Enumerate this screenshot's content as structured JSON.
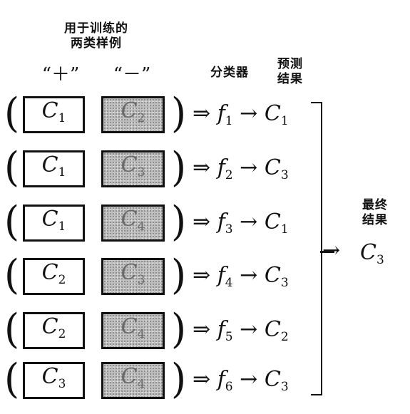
{
  "headers": {
    "samples_line1": "用于训练的",
    "samples_line2": "两类样例",
    "pos_sign": "“＋”",
    "neg_sign": "“－”",
    "classifier": "分类器",
    "predict_line1": "预测",
    "predict_line2": "结果",
    "final_line1": "最终",
    "final_line2": "结果"
  },
  "rows": [
    {
      "pos": "C",
      "pos_idx": "1",
      "neg": "C",
      "neg_idx": "2",
      "clf": "f",
      "clf_idx": "1",
      "pred": "C",
      "pred_idx": "1"
    },
    {
      "pos": "C",
      "pos_idx": "1",
      "neg": "C",
      "neg_idx": "3",
      "clf": "f",
      "clf_idx": "2",
      "pred": "C",
      "pred_idx": "3"
    },
    {
      "pos": "C",
      "pos_idx": "1",
      "neg": "C",
      "neg_idx": "4",
      "clf": "f",
      "clf_idx": "3",
      "pred": "C",
      "pred_idx": "1"
    },
    {
      "pos": "C",
      "pos_idx": "2",
      "neg": "C",
      "neg_idx": "3",
      "clf": "f",
      "clf_idx": "4",
      "pred": "C",
      "pred_idx": "3"
    },
    {
      "pos": "C",
      "pos_idx": "2",
      "neg": "C",
      "neg_idx": "4",
      "clf": "f",
      "clf_idx": "5",
      "pred": "C",
      "pred_idx": "2"
    },
    {
      "pos": "C",
      "pos_idx": "3",
      "neg": "C",
      "neg_idx": "4",
      "clf": "f",
      "clf_idx": "6",
      "pred": "C",
      "pred_idx": "3"
    }
  ],
  "symbols": {
    "lparen": "(",
    "rparen": ")",
    "implies": "⇒",
    "arrow": "→"
  },
  "final": {
    "label": "C",
    "idx": "3"
  }
}
